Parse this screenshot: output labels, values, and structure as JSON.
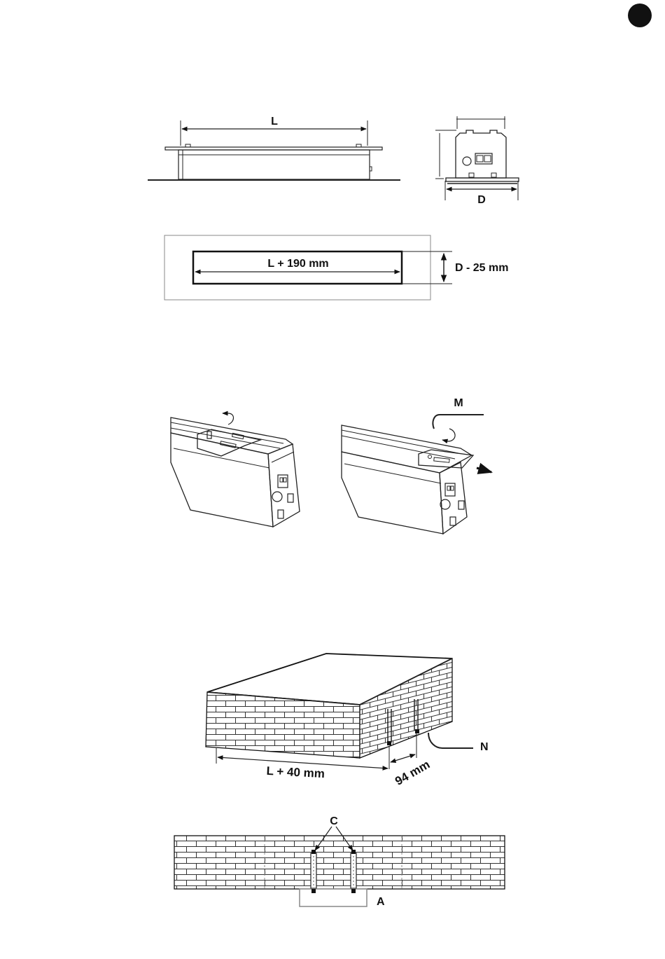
{
  "page_badge": "",
  "figures": {
    "side_view": {
      "dim_label": "L"
    },
    "end_view": {
      "dim_label": "D"
    },
    "cutout": {
      "length_label": "L + 190 mm",
      "depth_label": "D - 25 mm"
    },
    "mount_step": {
      "tool_label": "M"
    },
    "wall_block": {
      "length_label": "L + 40 mm",
      "spacing_label": "94 mm",
      "tool_label": "N"
    },
    "wall_elevation": {
      "point_label": "C",
      "part_label": "A"
    }
  }
}
